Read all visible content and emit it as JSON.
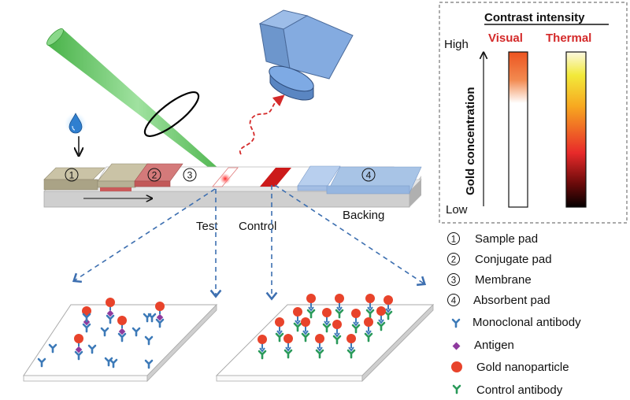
{
  "figure": {
    "strip_labels": {
      "test": "Test",
      "control": "Control",
      "backing": "Backing",
      "pad_numbers": [
        "1",
        "2",
        "3",
        "4"
      ]
    },
    "contrast_panel": {
      "title": "Contrast intensity",
      "visual_label": "Visual",
      "thermal_label": "Thermal",
      "axis_label": "Gold concentration",
      "high_label": "High",
      "low_label": "Low",
      "label_color": "#d42a2a"
    },
    "legend": [
      {
        "marker": "1",
        "label": "Sample pad"
      },
      {
        "marker": "2",
        "label": "Conjugate pad"
      },
      {
        "marker": "3",
        "label": "Membrane"
      },
      {
        "marker": "4",
        "label": "Absorbent pad"
      },
      {
        "marker": "monoclonal-antibody-icon",
        "label": "Monoclonal antibody"
      },
      {
        "marker": "antigen-icon",
        "label": "Antigen"
      },
      {
        "marker": "gold-nanoparticle-icon",
        "label": "Gold nanoparticle"
      },
      {
        "marker": "control-antibody-icon",
        "label": "Control antibody"
      }
    ],
    "colors": {
      "antibody_blue": "#3d7ab8",
      "antigen_purple": "#8e3a9e",
      "gold_np_red": "#e8432b",
      "control_green": "#2a9a5a",
      "laser_green": "#4cc04c",
      "camera_blue": "#7aa6dc",
      "sample_pad": "#b3ab8c",
      "conjugate_pad": "#c86a6a",
      "absorbent_pad": "#a8c4e6",
      "control_line": "#cc1a1a"
    }
  }
}
